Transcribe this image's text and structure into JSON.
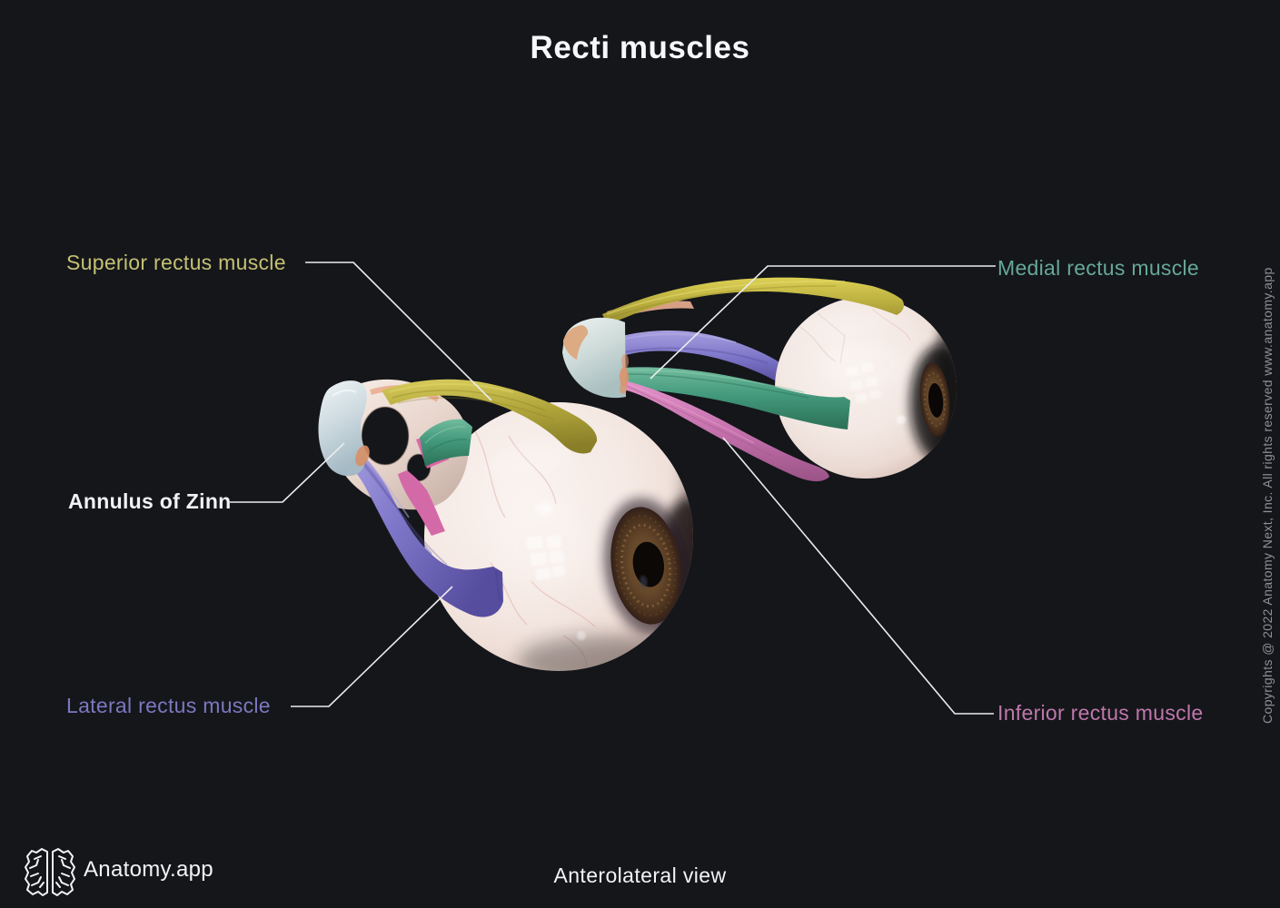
{
  "title": "Recti muscles",
  "view_label": "Anterolateral view",
  "brand": {
    "name": "Anatomy.app",
    "logo": "brain-icon"
  },
  "copyright": "Copyrights @ 2022 Anatomy Next, Inc. All rights reserved www.anatomy.app",
  "labels": {
    "superior_rectus": {
      "text": "Superior rectus muscle",
      "color": "#c6c073"
    },
    "medial_rectus": {
      "text": "Medial rectus muscle",
      "color": "#66a897"
    },
    "annulus_of_zinn": {
      "text": "Annulus of Zinn",
      "color": "#f1f2f4"
    },
    "lateral_rectus": {
      "text": "Lateral rectus muscle",
      "color": "#7d77bf"
    },
    "inferior_rectus": {
      "text": "Inferior rectus muscle",
      "color": "#bf77ab"
    }
  },
  "illustration": {
    "description": "Two eyeballs (anterolateral view) with the four recti muscles color-highlighted and converging on the annulus of Zinn",
    "muscle_colors": {
      "superior_rectus": "#b3a83c",
      "medial_rectus": "#43997c",
      "lateral_rectus": "#7f77c9",
      "inferior_rectus": "#c672ad",
      "annulus_of_zinn": "#cfdcda"
    },
    "eye_colors": {
      "sclera": "#f3e9e4",
      "iris": "#5f4325",
      "pupil": "#0b0806"
    }
  },
  "background_color": "#14161a",
  "leader_line_color": "#ebeced"
}
